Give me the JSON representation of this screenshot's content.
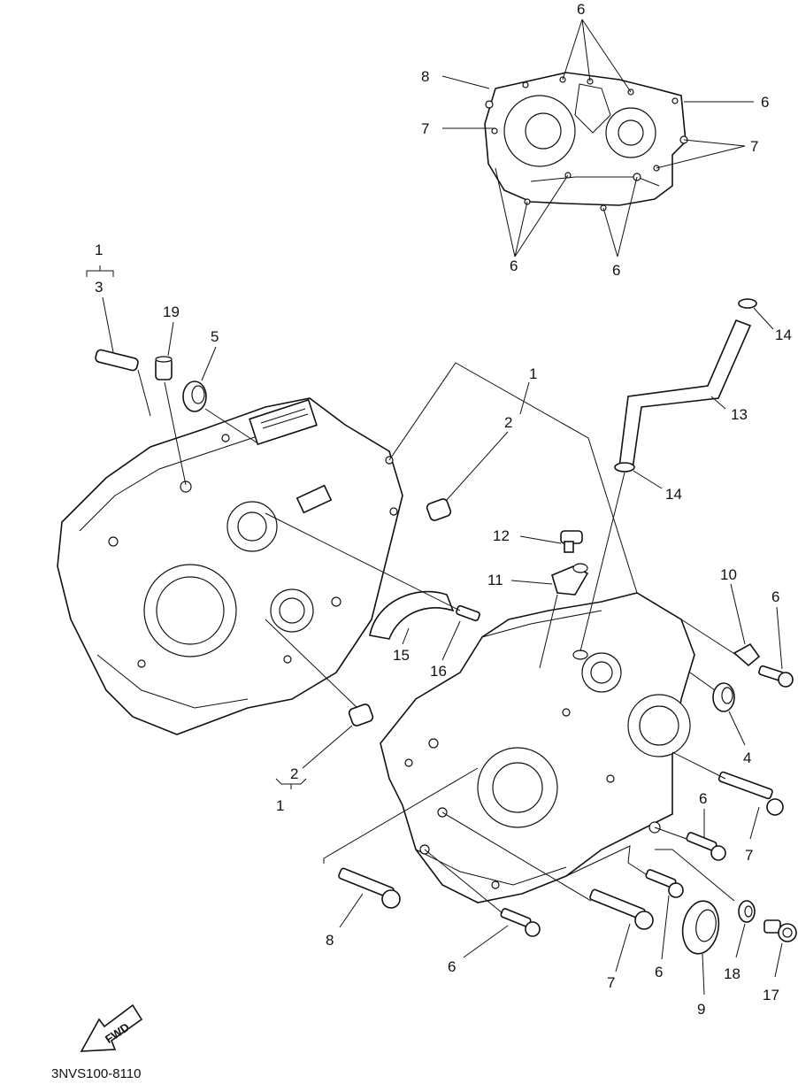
{
  "diagram_code": "3NVS100-8110",
  "fwd_label": "FWD",
  "labels": {
    "inset_6a": "6",
    "inset_8": "8",
    "inset_6b": "6",
    "inset_7a": "7",
    "inset_7b": "7",
    "inset_6c": "6",
    "inset_6d": "6",
    "bracket_1_top": "1",
    "bracket_3": "3",
    "p19": "19",
    "p5": "5",
    "p14_top": "14",
    "p13": "13",
    "p14_mid": "14",
    "p1_mid": "1",
    "p2_mid": "2",
    "p12": "12",
    "p11": "11",
    "p10": "10",
    "p6_r1": "6",
    "p15": "15",
    "p16": "16",
    "p4": "4",
    "p2_low": "2",
    "p1_low": "1",
    "p7_r": "7",
    "p6_r2": "6",
    "p8": "8",
    "p6_b1": "6",
    "p7_b": "7",
    "p6_b2": "6",
    "p9": "9",
    "p18": "18",
    "p17": "17"
  }
}
